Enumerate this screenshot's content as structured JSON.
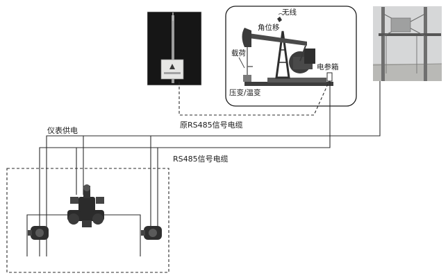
{
  "labels": {
    "wireless": "无线",
    "angle_displacement": "角位移",
    "load": "载荷",
    "electric_box": "电参箱",
    "pressure_temp": "压变/温变",
    "original_rs485": "原RS485信号电缆",
    "instrument_power": "仪表供电",
    "rs485_cable": "RS485信号电缆"
  },
  "colors": {
    "line": "#2a2a2a",
    "photo_dark": "#1b1b1b",
    "sky": "#d9dadb"
  },
  "icons": {
    "rtu_pole_photo": "rtu-box-on-pole",
    "pump_jack": "pump-jack",
    "tank_tower_photo": "elevated-tank-tower",
    "wellhead_valves": "wellhead-valve-assembly",
    "flowmeter_left": "flowmeter",
    "flowmeter_right": "flowmeter"
  }
}
